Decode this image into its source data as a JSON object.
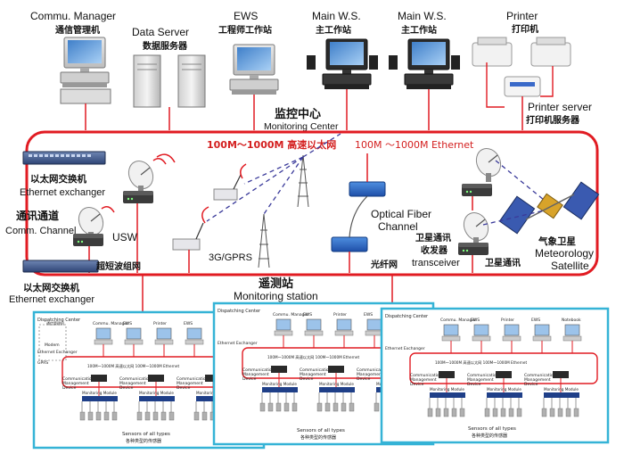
{
  "top_devices": {
    "commu_manager": {
      "en": "Commu. Manager",
      "cn": "通信管理机"
    },
    "data_server": {
      "en": "Data Server",
      "cn": "数据服务器"
    },
    "ews": {
      "en": "EWS",
      "cn": "工程师工作站"
    },
    "main_ws_1": {
      "en": "Main W.S.",
      "cn": "主工作站"
    },
    "main_ws_2": {
      "en": "Main W.S.",
      "cn": "主工作站"
    },
    "printer": {
      "en": "Printer",
      "cn": "打印机"
    },
    "printer_server": {
      "en": "Printer server",
      "cn": "打印机服务器"
    }
  },
  "monitoring_center": {
    "cn": "监控中心",
    "en": "Monitoring Center"
  },
  "ring": {
    "cn_label": "100M～1000M 高速以太网",
    "en_label": "100M ～1000M Ethernet"
  },
  "left": {
    "eth_exchanger_1": {
      "cn": "以太网交换机",
      "en": "Ethernet exchanger"
    },
    "comm_channel": {
      "cn": "通讯通道",
      "en": "Comm. Channel"
    },
    "usw": "USW",
    "eth_exchanger_2": {
      "cn": "以太网交换机",
      "en": "Ethernet exchanger"
    },
    "shortwave_net": "超短波组网"
  },
  "middle": {
    "gprs": "3G/GPRS",
    "monitoring_station": {
      "cn": "遥测站",
      "en": "Monitoring station"
    },
    "optical_fiber": {
      "en1": "Optical Fiber",
      "en2": "Channel",
      "cn": "光纤网"
    }
  },
  "right": {
    "satellite_transceiver": {
      "cn1": "卫星通讯",
      "cn2": "收发器",
      "en": "transceiver"
    },
    "satellite_comm": "卫星通讯",
    "meteorology_satellite": {
      "cn": "气象卫星",
      "en1": "Meteorology",
      "en2": "Satellite"
    }
  },
  "station_panel": {
    "dispatching_center": "Dispatching Center",
    "commu_manager": "Commu. Manager",
    "cn_commu": "通信管理机",
    "ews": "EWS",
    "printer": "Printer",
    "notebook": "Notebook",
    "ethernet_exchanger": "Ethernet Exchanger",
    "ring_label": "100M～1000M 高速以太网   100M～1000M Ethernet",
    "comm_device": "Communication",
    "comm_device2": "Management",
    "comm_device3": "Device",
    "monitoring_module": "Monitoring Module",
    "sensors_en": "Sensors of all types",
    "sensors_cn": "各种类型的传感器",
    "modem": "Modem",
    "gprs": "GPRS",
    "cable_exchanger": "Ethernet Exchanger"
  },
  "colors": {
    "ring": "#e11b22",
    "panel_border": "#35b3d6",
    "satellite_link": "#3a3a9a"
  }
}
